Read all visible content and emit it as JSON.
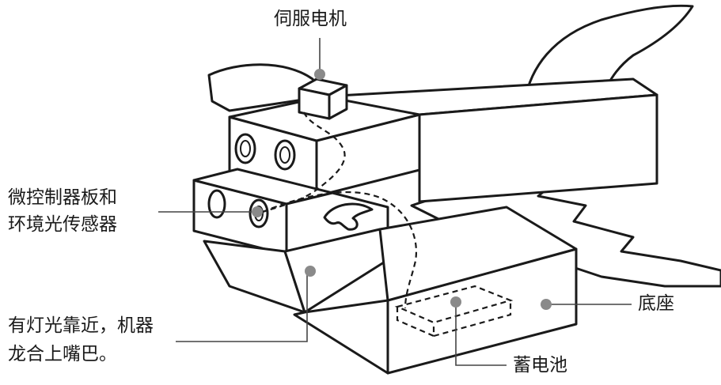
{
  "labels": {
    "servo": "伺服电机",
    "controller_line1": "微控制器板和",
    "controller_line2": "环境光传感器",
    "action_line1": "有灯光靠近，机器",
    "action_line2": "龙合上嘴巴。",
    "base": "底座",
    "battery": "蓄电池"
  },
  "colors": {
    "line": "#1a1a1a",
    "marker": "#8a8a8a",
    "background": "#ffffff"
  }
}
